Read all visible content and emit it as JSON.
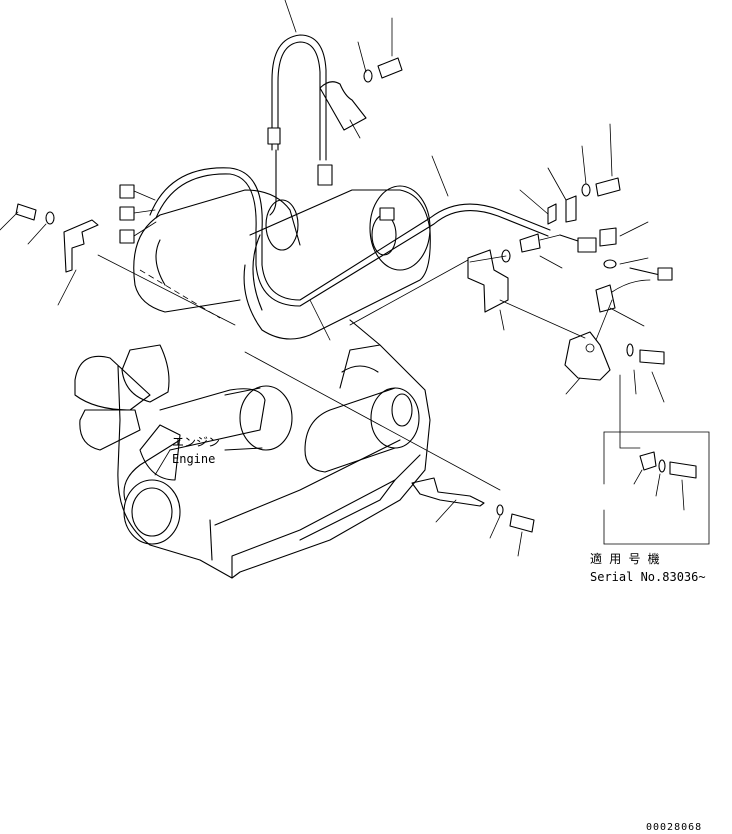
{
  "labels": {
    "engine_jp": "エンジン",
    "engine_en": "Engine",
    "serial_jp": "適 用 号 機",
    "serial_en": "Serial No.83036~",
    "drawing_number": "00028068"
  }
}
